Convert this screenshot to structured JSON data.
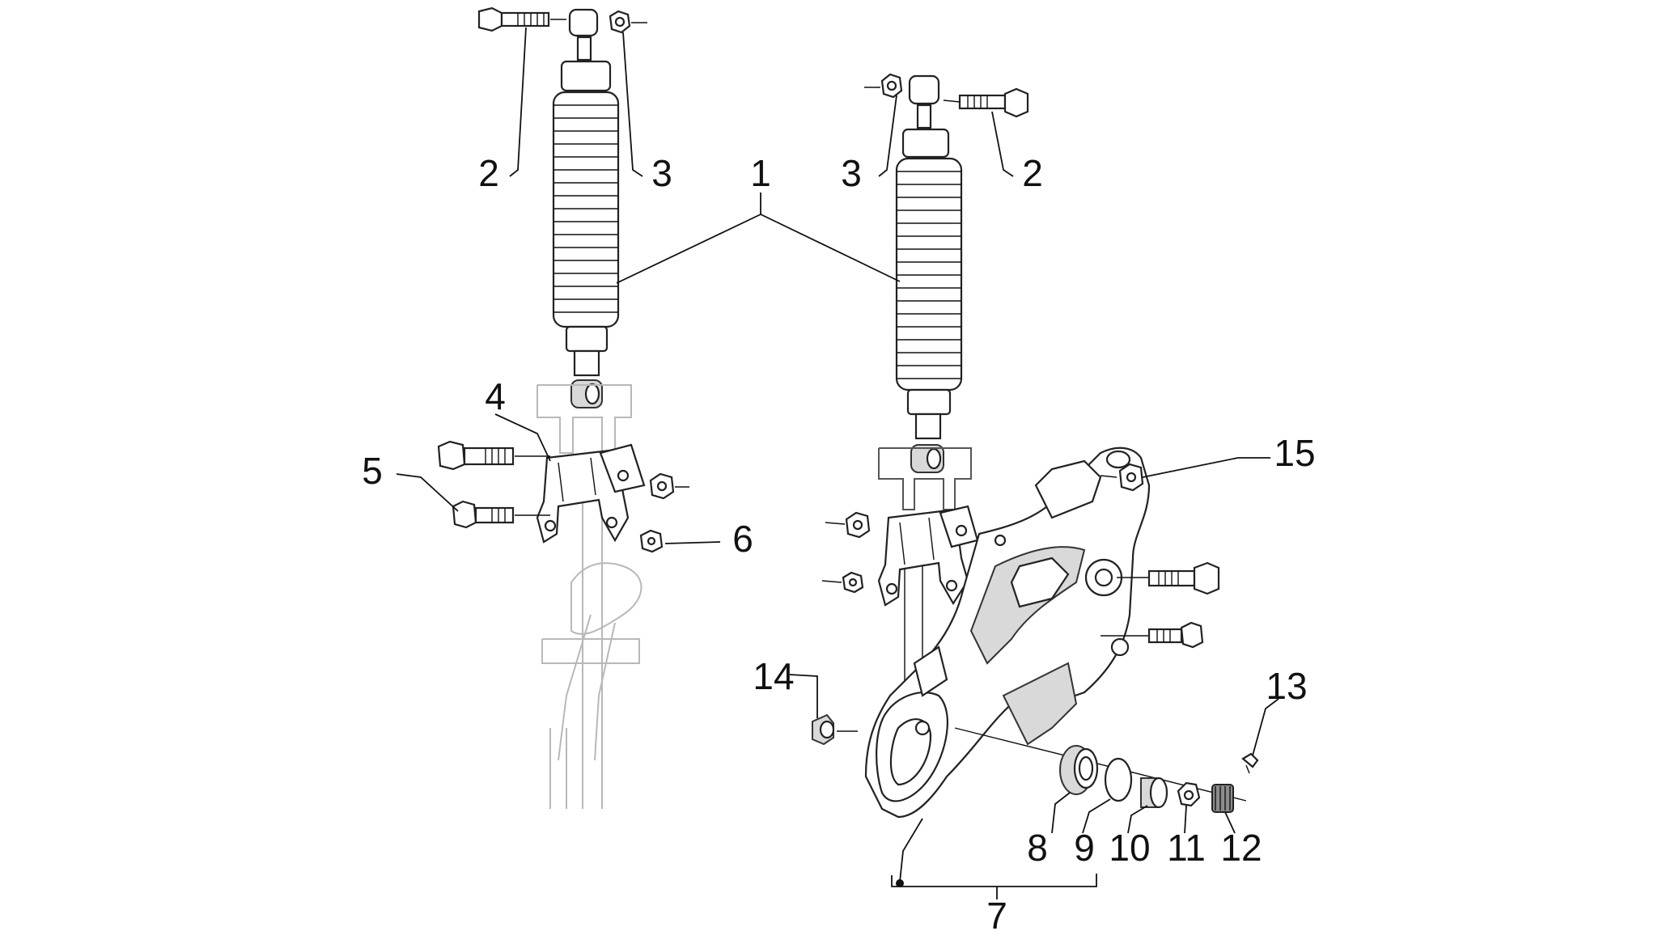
{
  "diagram": {
    "type": "exploded-parts-diagram",
    "callouts": {
      "c1": "1",
      "c2_left": "2",
      "c3_left": "3",
      "c3_right": "3",
      "c2_right": "2",
      "c4": "4",
      "c5": "5",
      "c6": "6",
      "c15": "15",
      "c14": "14",
      "c13": "13",
      "c8": "8",
      "c9": "9",
      "c10": "10",
      "c11": "11",
      "c12": "12",
      "c7": "7"
    },
    "colors": {
      "line": "#222222",
      "fill": "#ffffff",
      "shade": "#d9d9d9",
      "ghost": "#b8b8b8"
    }
  }
}
